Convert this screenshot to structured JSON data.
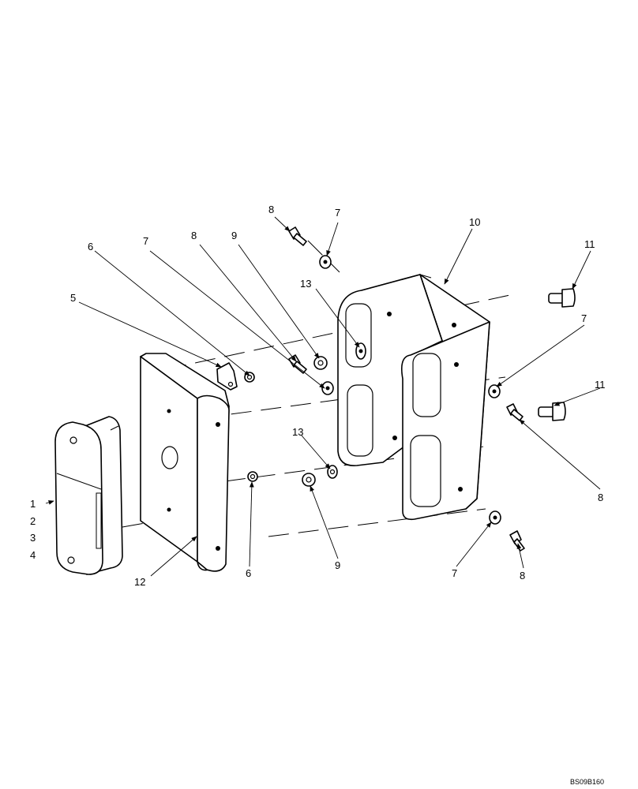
{
  "callouts": {
    "c1": "1",
    "c2": "2",
    "c3": "3",
    "c4": "4",
    "c5": "5",
    "c6a": "6",
    "c6b": "6",
    "c7a": "7",
    "c7b": "7",
    "c7c": "7",
    "c7d": "7",
    "c8a": "8",
    "c8b": "8",
    "c8c": "8",
    "c8d": "8",
    "c9a": "9",
    "c9b": "9",
    "c10": "10",
    "c11a": "11",
    "c11b": "11",
    "c12": "12",
    "c13a": "13",
    "c13b": "13"
  },
  "drawing_code": "BS09B160"
}
